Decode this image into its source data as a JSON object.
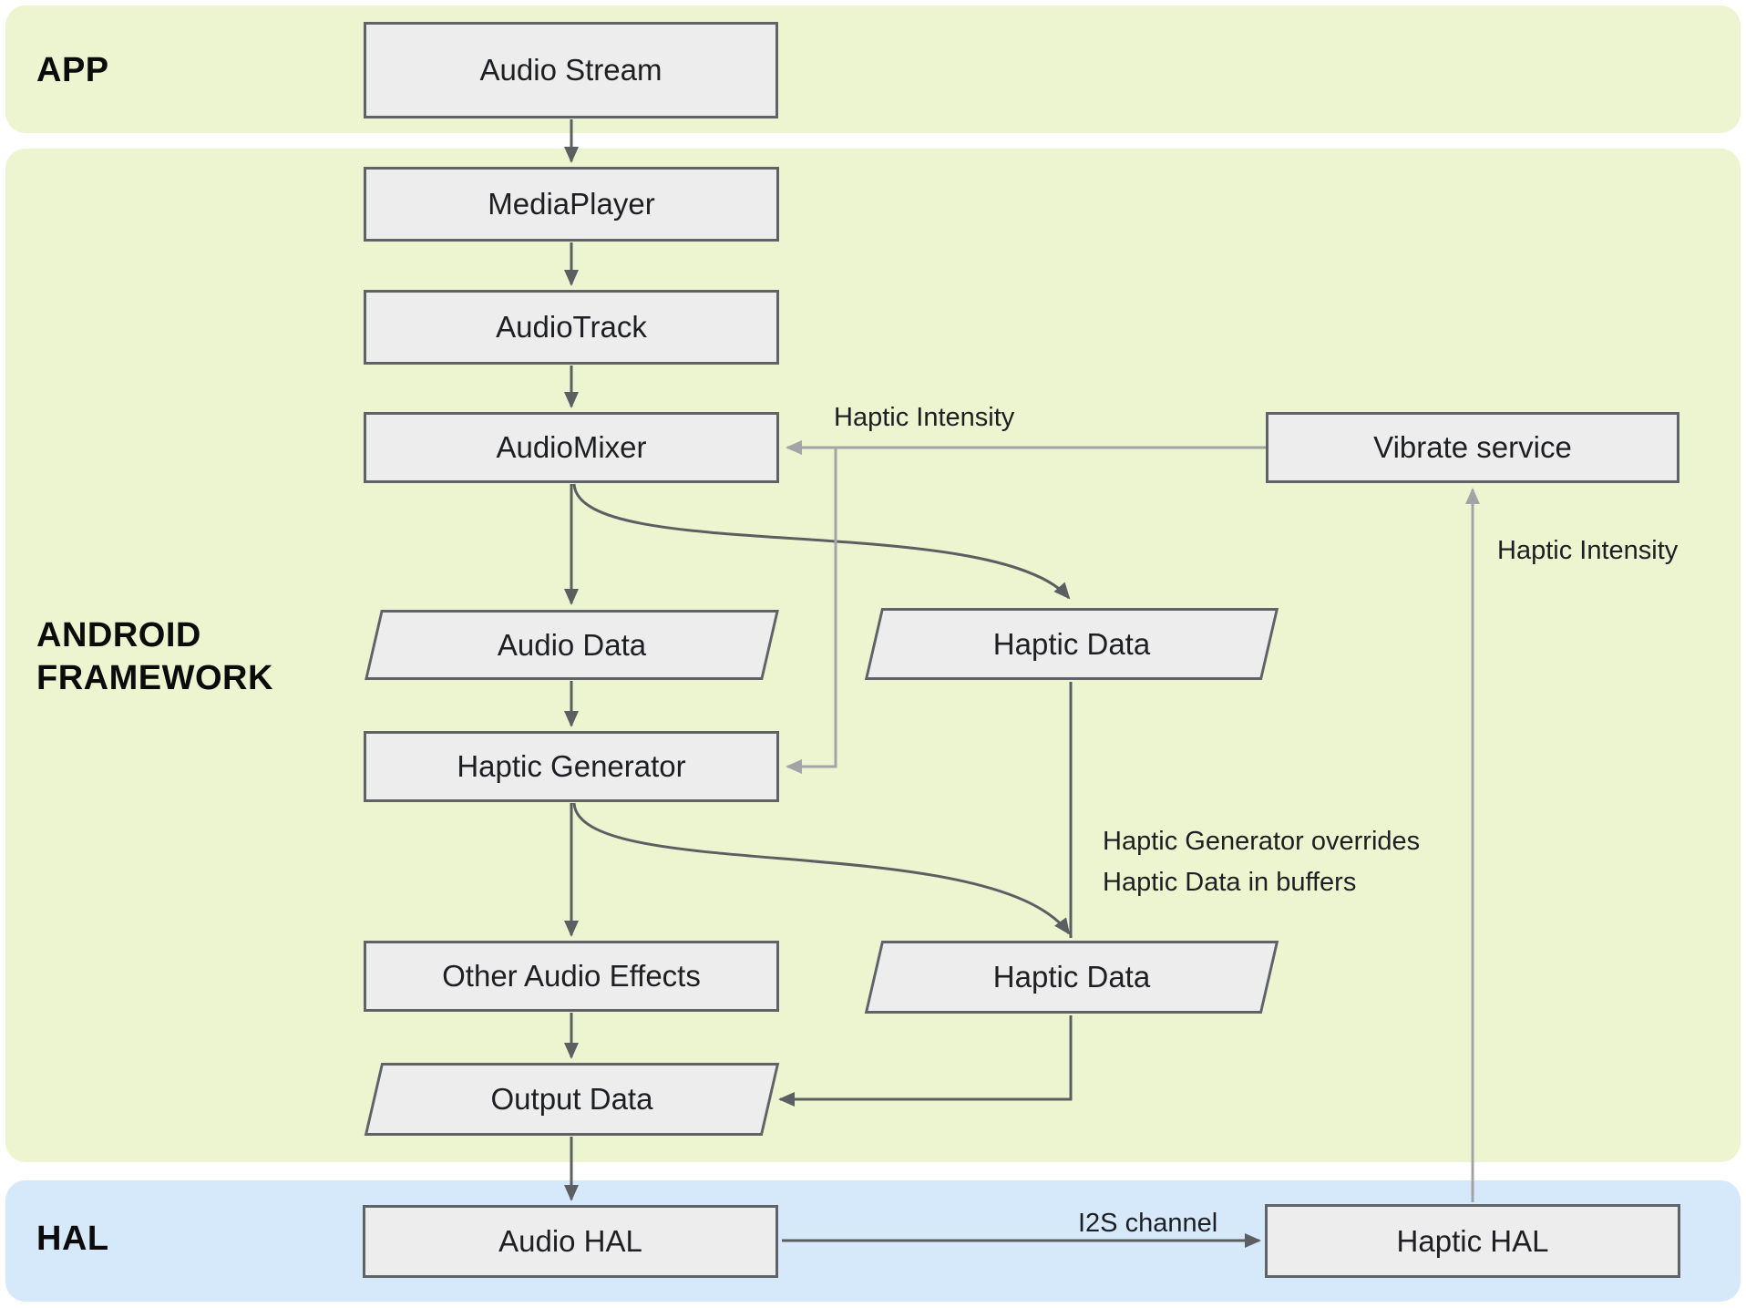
{
  "theme": {
    "band_green": "#edf5d0",
    "band_blue": "#d6e9fb",
    "node_fill": "#ededee",
    "node_border": "#5f6367",
    "line_dark": "#5c5f62",
    "line_gray": "#a2a4a7",
    "text_dark": "#1d1f22",
    "band_label_color": "#0b0b0b",
    "canvas_bg": "#ffffff"
  },
  "bands": {
    "app": {
      "label": "APP"
    },
    "framework": {
      "label_line1": "ANDROID",
      "label_line2": "FRAMEWORK"
    },
    "hal": {
      "label": "HAL"
    }
  },
  "nodes": {
    "audio_stream": {
      "label": "Audio Stream",
      "shape": "rect"
    },
    "media_player": {
      "label": "MediaPlayer",
      "shape": "rect"
    },
    "audio_track": {
      "label": "AudioTrack",
      "shape": "rect"
    },
    "audio_mixer": {
      "label": "AudioMixer",
      "shape": "rect"
    },
    "audio_data": {
      "label": "Audio Data",
      "shape": "parallelogram"
    },
    "haptic_data_1": {
      "label": "Haptic Data",
      "shape": "parallelogram"
    },
    "haptic_generator": {
      "label": "Haptic Generator",
      "shape": "rect"
    },
    "other_audio_effects": {
      "label": "Other Audio Effects",
      "shape": "rect"
    },
    "haptic_data_2": {
      "label": "Haptic Data",
      "shape": "parallelogram"
    },
    "output_data": {
      "label": "Output Data",
      "shape": "parallelogram"
    },
    "vibrate_service": {
      "label": "Vibrate service",
      "shape": "rect"
    },
    "audio_hal": {
      "label": "Audio HAL",
      "shape": "rect"
    },
    "haptic_hal": {
      "label": "Haptic HAL",
      "shape": "rect"
    }
  },
  "annotations": {
    "haptic_intensity_to_mixer": "Haptic Intensity",
    "haptic_intensity_to_vibrate": "Haptic Intensity",
    "override_note_line1": "Haptic Generator overrides",
    "override_note_line2": "Haptic Data in buffers",
    "i2s_channel": "I2S channel"
  }
}
